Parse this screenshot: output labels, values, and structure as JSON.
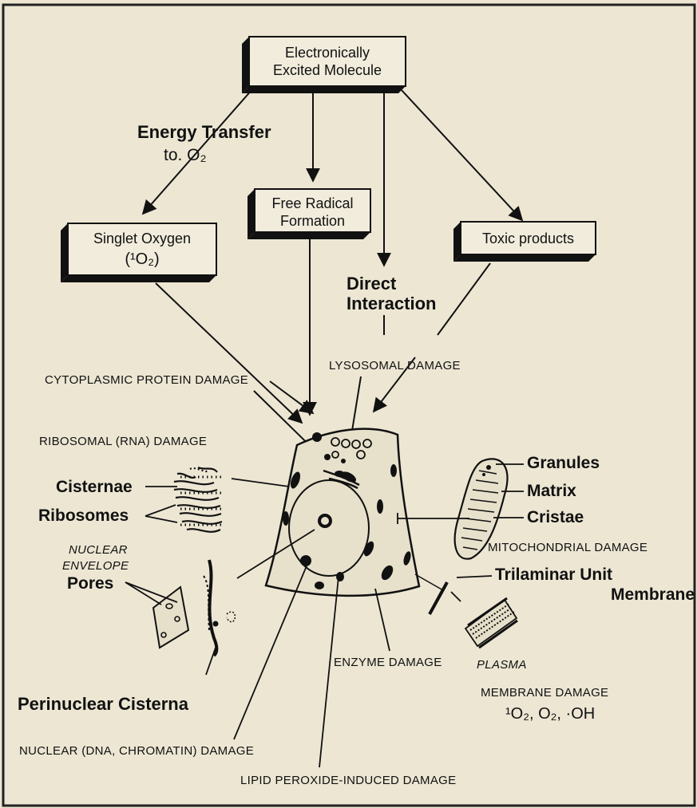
{
  "boxes": {
    "excited": [
      "Electronically",
      "Excited Molecule"
    ],
    "singlet": [
      "Singlet Oxygen",
      "(¹O₂)"
    ],
    "free_radical": [
      "Free Radical",
      "Formation"
    ],
    "toxic": "Toxic products"
  },
  "pathways": {
    "energy_transfer": "Energy Transfer",
    "to_o2": "to. O₂",
    "direct": "Direct",
    "interaction": "Interaction"
  },
  "damage_labels": {
    "lysosomal": "LYSOSOMAL DAMAGE",
    "cytoplasmic": "CYTOPLASMIC PROTEIN DAMAGE",
    "ribosomal": "RIBOSOMAL (RNA) DAMAGE",
    "mitochondrial": "MITOCHONDRIAL DAMAGE",
    "enzyme": "ENZYME DAMAGE",
    "plasma": "PLASMA",
    "membrane": "MEMBRANE DAMAGE",
    "membrane_species": "¹O₂, O₂, ·OH",
    "nuclear": "NUCLEAR (DNA, CHROMATIN) DAMAGE",
    "lipid": "LIPID PEROXIDE-INDUCED DAMAGE"
  },
  "structures": {
    "cisternae": "Cisternae",
    "ribosomes": "Ribosomes",
    "nuclear_envelope": [
      "NUCLEAR",
      "ENVELOPE"
    ],
    "pores": "Pores",
    "perinuclear": "Perinuclear Cisterna",
    "granules": "Granules",
    "matrix": "Matrix",
    "cristae": "Cristae",
    "trilaminar": "Trilaminar Unit",
    "membrane_word": "Membrane"
  }
}
